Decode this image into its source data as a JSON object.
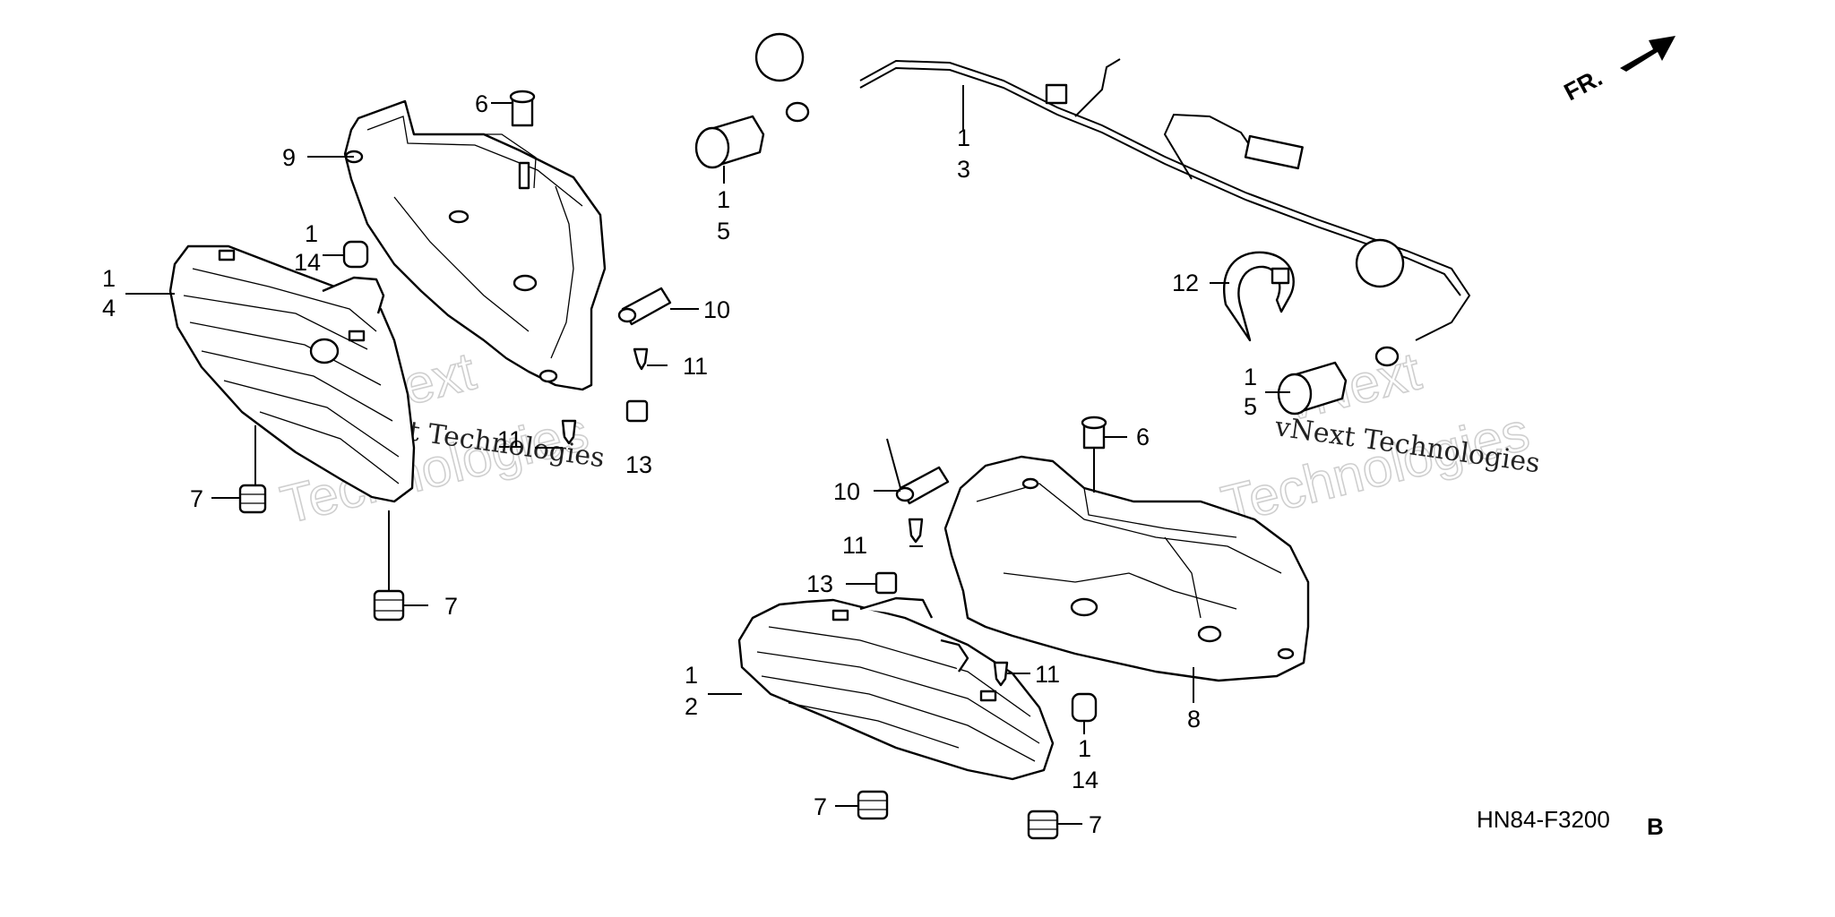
{
  "diagram": {
    "code": "HN84-F3200",
    "code_suffix": "B",
    "front_marker": "FR.",
    "watermark": {
      "line1": "vNext",
      "line2": "Technologies",
      "caption": "vNext Technologies"
    },
    "callouts": {
      "c1": "1",
      "c2": "2",
      "c3": "3",
      "c4": "4",
      "c5": "5",
      "c6": "6",
      "c7": "7",
      "c8": "8",
      "c9": "9",
      "c10": "10",
      "c11": "11",
      "c12": "12",
      "c13": "13",
      "c14": "14"
    }
  }
}
